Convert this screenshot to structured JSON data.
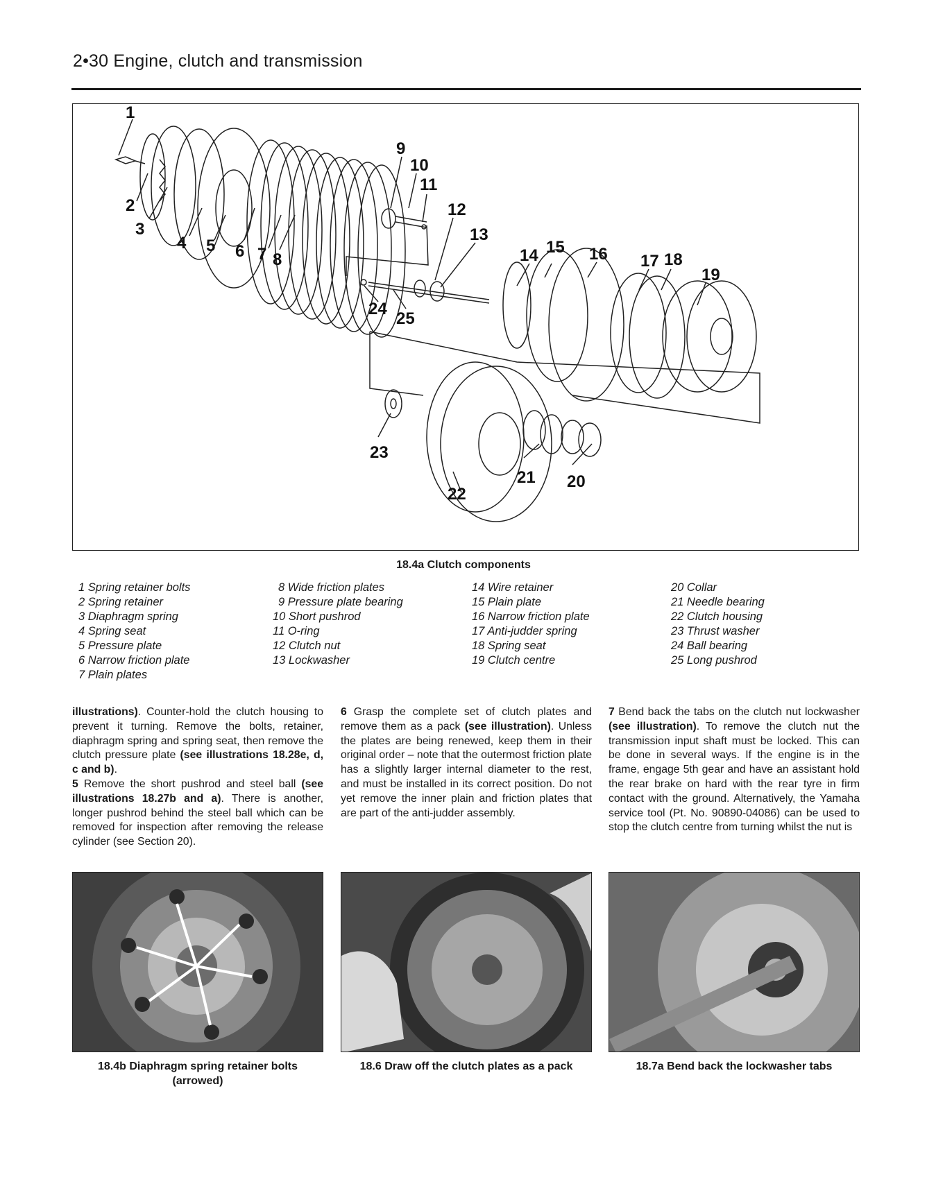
{
  "header": {
    "title": "2•30  Engine, clutch and transmission"
  },
  "figure": {
    "caption": "18.4a  Clutch components",
    "callouts": [
      "1",
      "2",
      "3",
      "4",
      "5",
      "6",
      "7",
      "8",
      "9",
      "10",
      "11",
      "12",
      "13",
      "14",
      "15",
      "16",
      "17",
      "18",
      "19",
      "20",
      "21",
      "22",
      "23",
      "24",
      "25"
    ]
  },
  "legend": {
    "col1": [
      "1 Spring retainer bolts",
      "2 Spring retainer",
      "3 Diaphragm spring",
      "4 Spring seat",
      "5 Pressure plate",
      "6 Narrow friction plate",
      "7 Plain plates"
    ],
    "col2": [
      "8 Wide friction plates",
      "9 Pressure plate bearing",
      "10 Short pushrod",
      "11 O-ring",
      "12 Clutch nut",
      "13 Lockwasher"
    ],
    "col3": [
      "14 Wire retainer",
      "15 Plain plate",
      "16 Narrow friction plate",
      "17 Anti-judder spring",
      "18 Spring seat",
      "19 Clutch centre"
    ],
    "col4": [
      "20 Collar",
      "21 Needle bearing",
      "22 Clutch housing",
      "23 Thrust washer",
      "24 Ball bearing",
      "25 Long pushrod"
    ]
  },
  "body": {
    "col1": {
      "p1_bold": "illustrations)",
      "p1_text": ". Counter-hold the clutch housing to prevent it turning. Remove the bolts, retainer, diaphragm spring and spring seat, then remove the clutch pressure plate ",
      "p1_bold2": "(see illustrations 18.28e, d, c and b)",
      "p1_end": ".",
      "p2_num": "5",
      "p2_text": " Remove the short pushrod and steel ball ",
      "p2_bold": "(see illustrations 18.27b and a)",
      "p2_end": ". There is another, longer pushrod behind the steel ball which can be removed for inspection after removing the release cylinder (see Section 20)."
    },
    "col2": {
      "num": "6",
      "text1": " Grasp the complete set of clutch plates and remove them as a pack ",
      "bold": "(see illustration)",
      "text2": ". Unless the plates are being renewed, keep them in their original order – note that the outermost friction plate has a slightly larger internal diameter to the rest, and must be installed in its correct position. Do not yet remove the inner plain and friction plates that are part of the anti-judder assembly."
    },
    "col3": {
      "num": "7",
      "text1": " Bend back the tabs on the clutch nut lockwasher ",
      "bold": "(see illustration)",
      "text2": ". To remove the clutch nut the transmission input shaft must be locked. This can be done in several ways. If the engine is in the frame, engage 5th gear and have an assistant hold the rear brake on hard with the rear tyre in firm contact with the ground. Alternatively, the Yamaha service tool (Pt. No. 90890-04086) can be used to stop the clutch centre from turning whilst the nut is"
    }
  },
  "photos": [
    {
      "caption": "18.4b  Diaphragm spring retainer bolts (arrowed)"
    },
    {
      "caption": "18.6  Draw off the clutch plates as a pack"
    },
    {
      "caption": "18.7a  Bend back the lockwasher tabs"
    }
  ]
}
